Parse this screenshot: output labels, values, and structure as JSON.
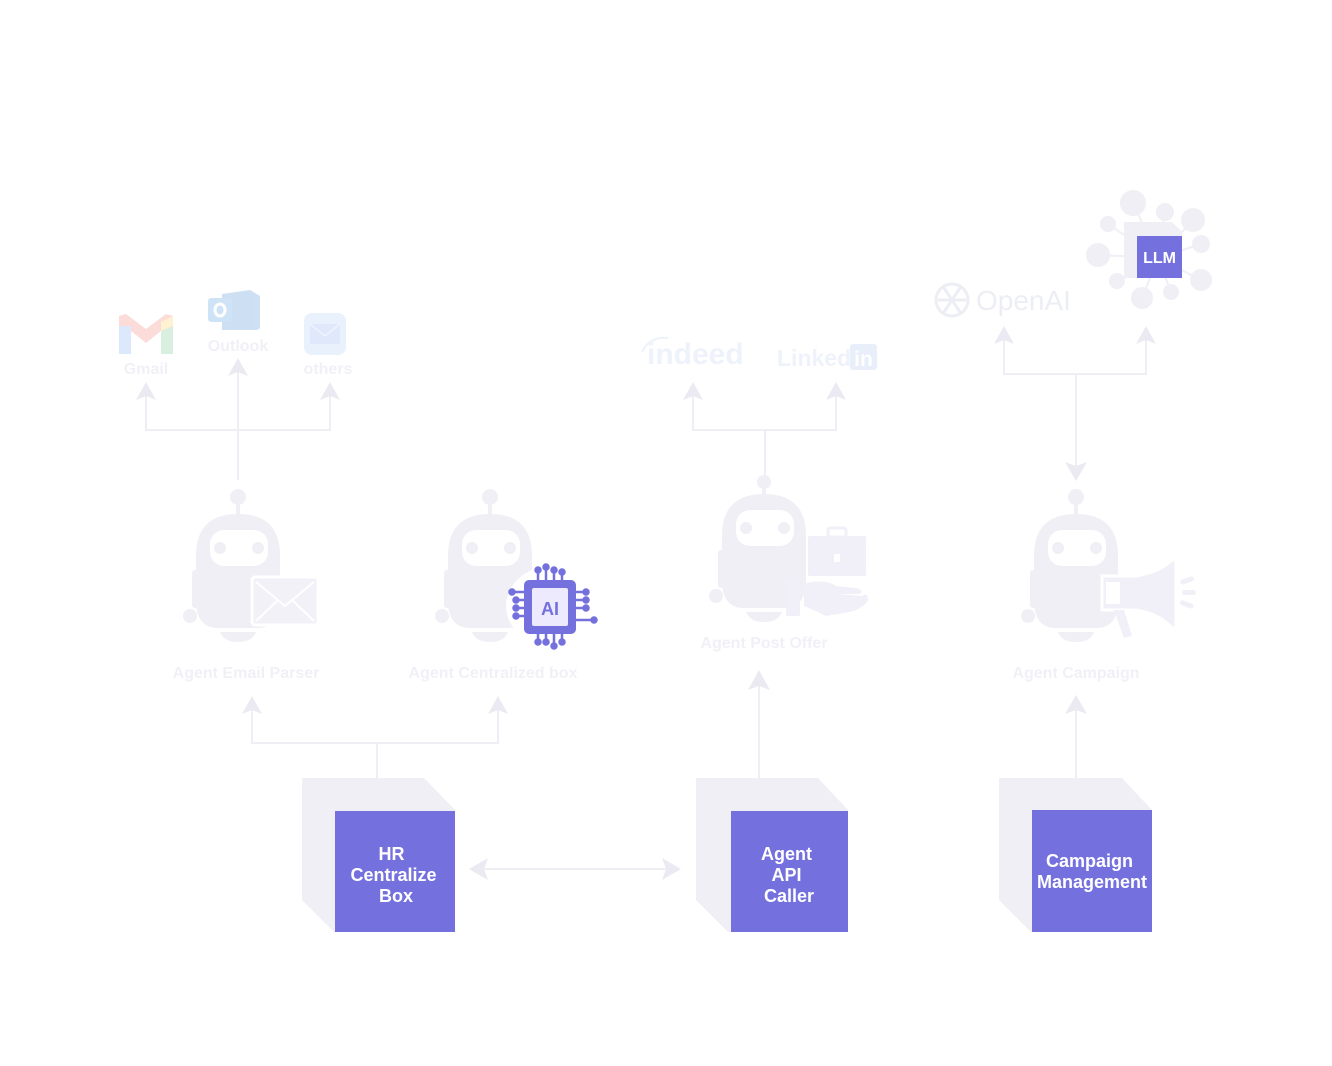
{
  "colors": {
    "accent": "#7470de",
    "faint": "#efeff5",
    "connector": "#ebeaf2",
    "background": "#ffffff"
  },
  "email_sources": {
    "gmail": "Gmail",
    "outlook": "Outlook",
    "others": "others"
  },
  "job_boards": {
    "indeed": "indeed",
    "linkedin_text": "Linked",
    "linkedin_badge": "in"
  },
  "llm_sources": {
    "openai": "OpenAI",
    "llm": "LLM"
  },
  "agents": [
    {
      "label": "Agent Email Parser",
      "badge_icon": "envelope-icon"
    },
    {
      "label": "Agent Centralized box",
      "badge_icon": "ai-chip-icon",
      "chip_text": "AI"
    },
    {
      "label": "Agent Post Offer",
      "badge_icon": "briefcase-hand-icon"
    },
    {
      "label": "Agent Campaign",
      "badge_icon": "megaphone-icon"
    }
  ],
  "boxes": [
    {
      "lines": [
        "HR",
        "Centralize",
        "Box"
      ]
    },
    {
      "lines": [
        "Agent",
        "API",
        "Caller"
      ]
    },
    {
      "lines": [
        "Campaign",
        "Management"
      ]
    }
  ]
}
